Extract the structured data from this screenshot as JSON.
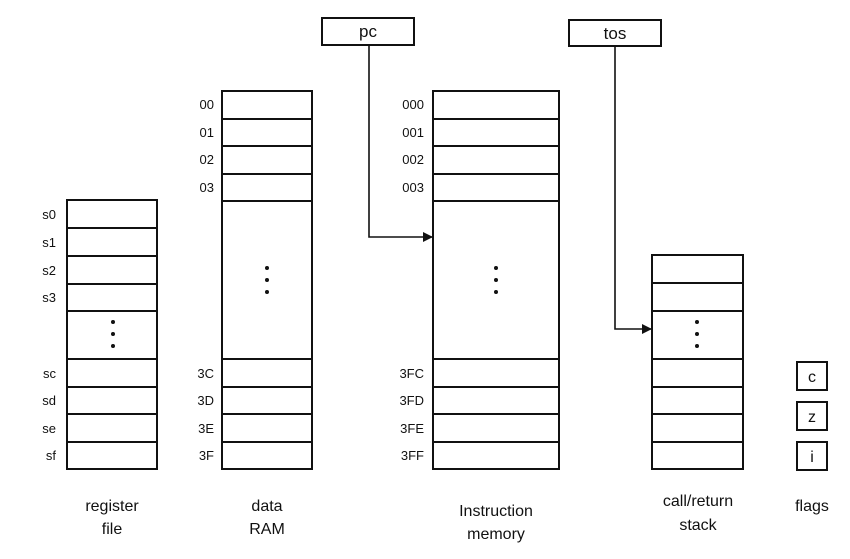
{
  "diagram": {
    "register_file": {
      "caption_line1": "register",
      "caption_line2": "file",
      "top_rows": [
        "s0",
        "s1",
        "s2",
        "s3"
      ],
      "bottom_rows": [
        "sc",
        "sd",
        "se",
        "sf"
      ]
    },
    "data_ram": {
      "caption_line1": "data",
      "caption_line2": "RAM",
      "top_rows": [
        "00",
        "01",
        "02",
        "03"
      ],
      "bottom_rows": [
        "3C",
        "3D",
        "3E",
        "3F"
      ]
    },
    "instruction_memory": {
      "caption_line1": "Instruction",
      "caption_line2": "memory",
      "top_rows": [
        "000",
        "001",
        "002",
        "003"
      ],
      "bottom_rows": [
        "3FC",
        "3FD",
        "3FE",
        "3FF"
      ]
    },
    "call_return_stack": {
      "caption_line1": "call/return",
      "caption_line2": "stack"
    },
    "flags": {
      "caption": "flags",
      "items": [
        "c",
        "z",
        "i"
      ]
    },
    "pointers": {
      "pc": "pc",
      "tos": "tos"
    }
  }
}
